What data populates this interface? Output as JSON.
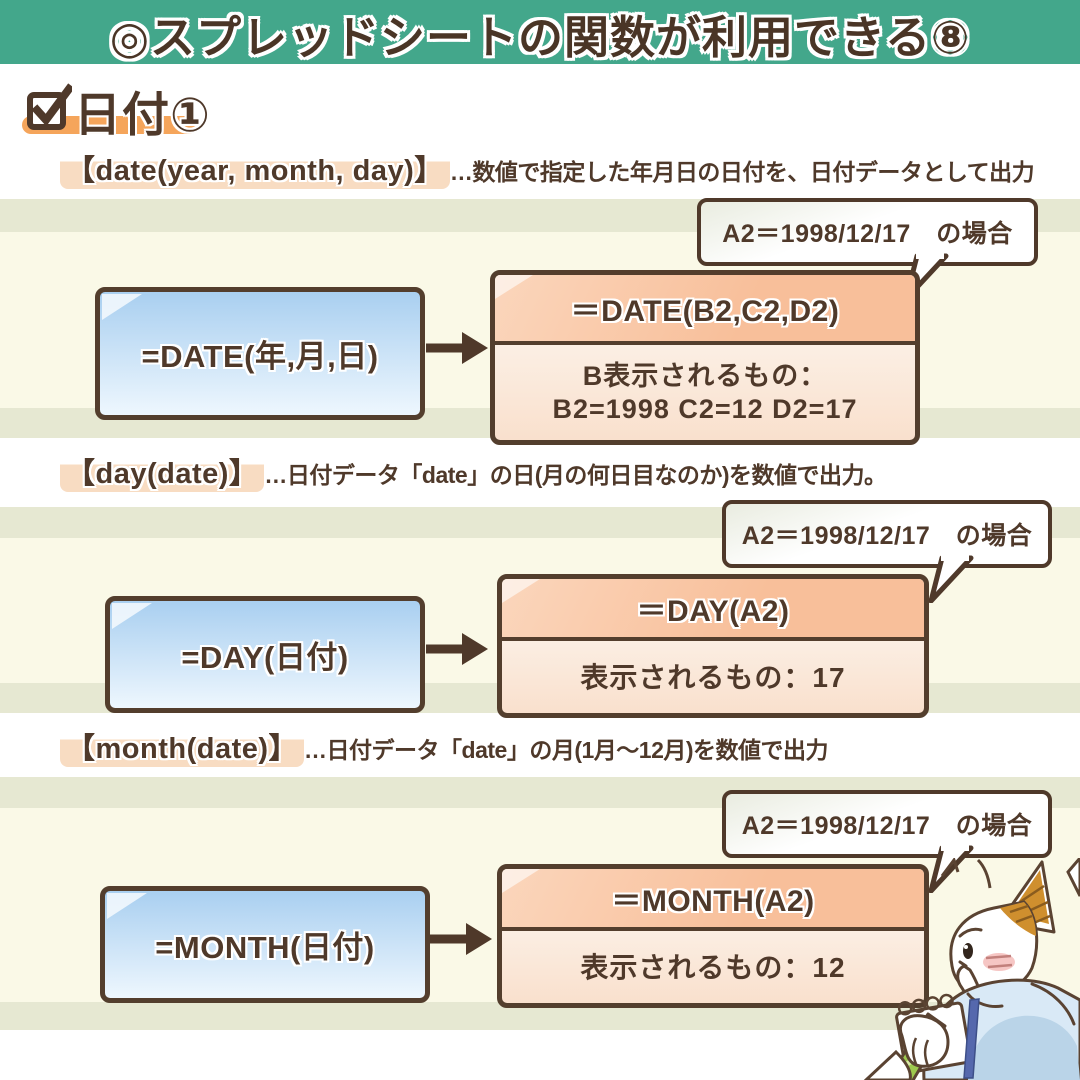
{
  "header": {
    "title": "◎スプレッドシートの関数が利用できる⑧"
  },
  "page": {
    "title": "日付①",
    "title_icon": "checkbox-checked"
  },
  "icons": {
    "checkbox": "☑",
    "arrow_right": "→",
    "speech_tail": "v-shape",
    "mascot": "cat-writing-in-notebook"
  },
  "colors": {
    "teal_header": "#43a78b",
    "brown_text": "#4f392a",
    "stripe_olive": "#e6e8d2",
    "cream": "#faf9e7",
    "peach_highlight": "#f8dcc2",
    "orange_underline": "#f5a55b",
    "input_blue_top": "#a9cff0",
    "input_blue_bottom": "#eef7fe",
    "result_peach": "#f8bf9a",
    "result_body_bottom": "#f9e0cd"
  },
  "sections": [
    {
      "heading_highlight": "【date(year, month, day)】",
      "heading_rest": "…数値で指定した年月日の日付を、日付データとして出力",
      "bubble": "A2＝1998/12/17　の場合",
      "input_box": "=DATE(年,月,日)",
      "result_header": "＝DATE(B2,C2,D2)",
      "result_body": "B表示されるもの：\nB2=1998 C2=12 D2=17"
    },
    {
      "heading_highlight": "【day(date)】",
      "heading_rest": "…日付データ「date」の日(月の何日目なのか)を数値で出力。",
      "bubble": "A2＝1998/12/17　の場合",
      "input_box": "=DAY(日付)",
      "result_header": "＝DAY(A2)",
      "result_body": "表示されるもの：17"
    },
    {
      "heading_highlight": "【month(date)】",
      "heading_rest": "…日付データ「date」の月(1月～12月)を数値で出力",
      "bubble": "A2＝1998/12/17　の場合",
      "input_box": "=MONTH(日付)",
      "result_header": "＝MONTH(A2)",
      "result_body": "表示されるもの：12"
    }
  ]
}
